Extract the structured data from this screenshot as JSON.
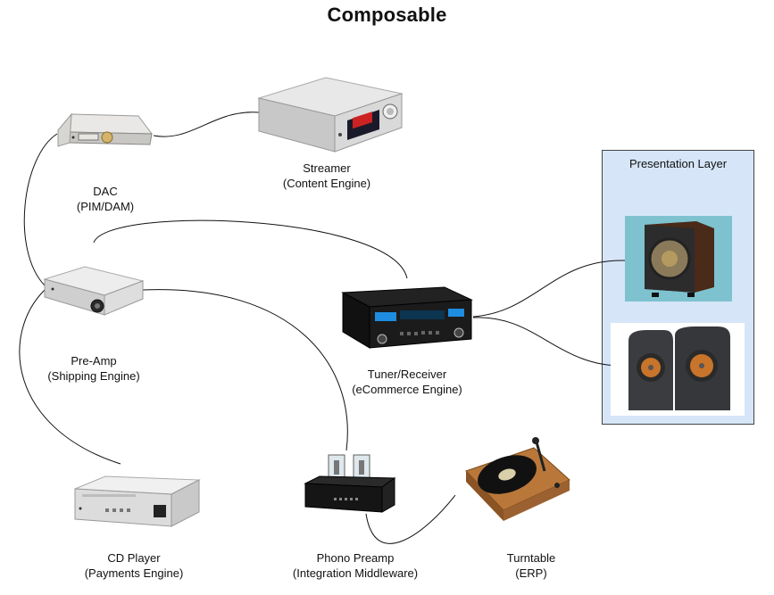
{
  "title": "Composable",
  "presentation": {
    "title": "Presentation Layer"
  },
  "devices": {
    "dac": {
      "name": "DAC",
      "role": "(PIM/DAM)"
    },
    "streamer": {
      "name": "Streamer",
      "role": "(Content Engine)"
    },
    "preamp": {
      "name": "Pre-Amp",
      "role": "(Shipping Engine)"
    },
    "tuner": {
      "name": "Tuner/Receiver",
      "role": "(eCommerce Engine)"
    },
    "cd_player": {
      "name": "CD Player",
      "role": "(Payments Engine)"
    },
    "phono": {
      "name": "Phono Preamp",
      "role": "(Integration Middleware)"
    },
    "turntable": {
      "name": "Turntable",
      "role": "(ERP)"
    }
  }
}
